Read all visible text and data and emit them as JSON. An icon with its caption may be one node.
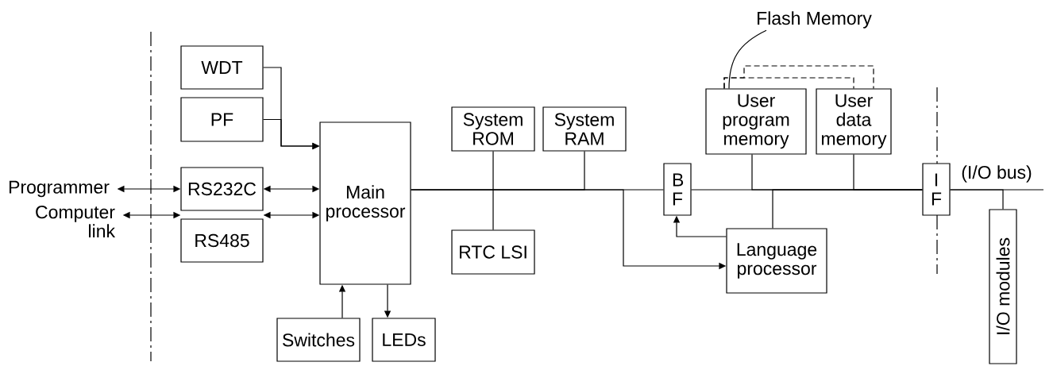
{
  "diagram": {
    "nodes": [
      {
        "text": [
          "WDT"
        ]
      },
      {
        "text": [
          "PF"
        ]
      },
      {
        "text": [
          "Main processor"
        ]
      },
      {
        "text": [
          "RS232C"
        ]
      },
      {
        "text": [
          "RS485"
        ]
      },
      {
        "text": [
          "Programmer"
        ]
      },
      {
        "text": [
          "Computer link"
        ]
      },
      {
        "text": [
          "Switches"
        ]
      },
      {
        "text": [
          "LEDs"
        ]
      },
      {
        "text": [
          "System ROM"
        ]
      },
      {
        "text": [
          "System RAM"
        ]
      },
      {
        "text": [
          "RTC LSI"
        ]
      },
      {
        "text": [
          "B F"
        ]
      },
      {
        "text": [
          "User program memory"
        ]
      },
      {
        "text": [
          "User data memory"
        ]
      },
      {
        "text": [
          "Language processor"
        ]
      },
      {
        "text": [
          "I F"
        ]
      },
      {
        "text": [
          "I/O modules"
        ]
      },
      {
        "text": [
          "Flash Memory"
        ]
      }
    ],
    "edges": [
      {
        "from": 0,
        "to": 2,
        "arrow": "to"
      },
      {
        "from": 1,
        "to": 2,
        "arrow": "to"
      },
      {
        "from": 5,
        "to": 3,
        "arrow": "both"
      },
      {
        "from": 3,
        "to": 2,
        "arrow": "both"
      },
      {
        "from": 6,
        "to": 4,
        "arrow": "both"
      },
      {
        "from": 4,
        "to": 2,
        "arrow": "both"
      },
      {
        "from": 7,
        "to": 2,
        "arrow": "to"
      },
      {
        "from": 2,
        "to": 8,
        "arrow": "to"
      },
      {
        "from": 2,
        "to": 12,
        "arrow": "none"
      },
      {
        "from": 9,
        "to": 11,
        "arrow": "none"
      },
      {
        "from": 10,
        "to": 2,
        "arrow": "none"
      },
      {
        "from": 2,
        "to": 15,
        "arrow": "to"
      },
      {
        "from": 15,
        "to": 12,
        "arrow": "to"
      },
      {
        "from": 12,
        "to": 16,
        "arrow": "none"
      },
      {
        "from": 13,
        "to": 16,
        "arrow": "none"
      },
      {
        "from": 14,
        "to": 16,
        "arrow": "none"
      },
      {
        "from": 15,
        "to": 16,
        "arrow": "none"
      },
      {
        "from": 16,
        "to": 17,
        "arrow": "none"
      },
      {
        "from": 16,
        "to": null,
        "arrow": "none"
      },
      {
        "from": 13,
        "to": 14,
        "arrow": "none",
        "style": "dashed"
      },
      {
        "from": 13,
        "to": 14,
        "arrow": "none",
        "style": "dashed"
      },
      {
        "from": 18,
        "to": 13,
        "arrow": "none"
      }
    ],
    "labels": [
      "(I/O bus)"
    ]
  }
}
